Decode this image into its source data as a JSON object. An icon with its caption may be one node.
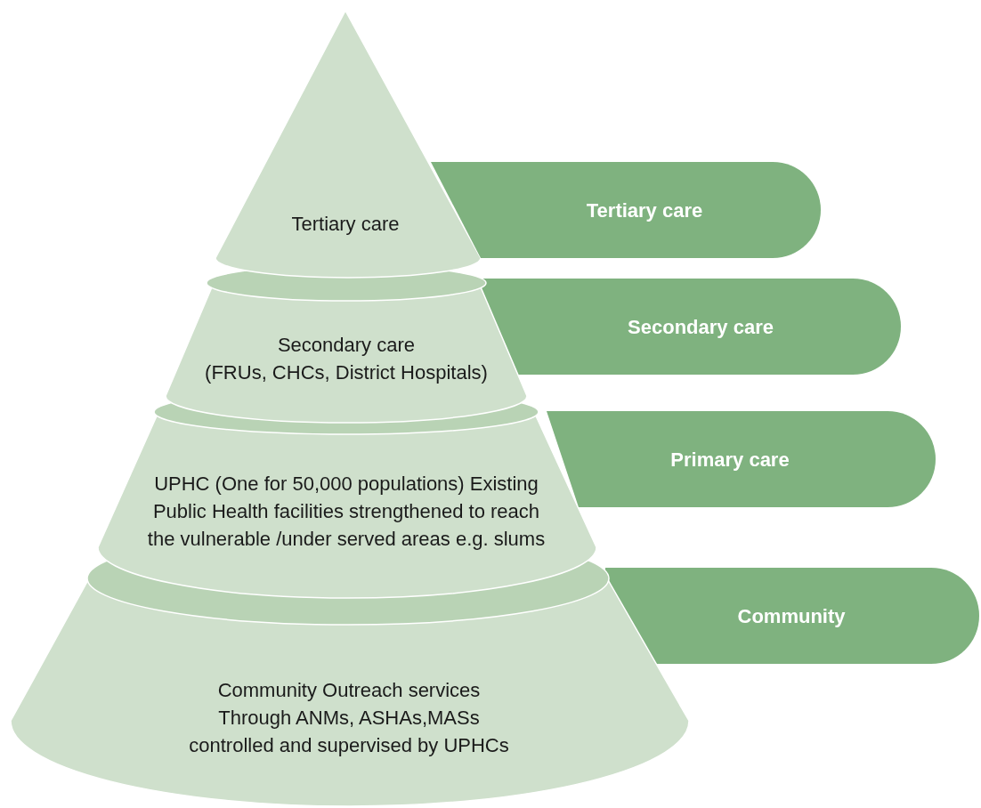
{
  "diagram": {
    "nodes": [
      {
        "text": [
          "Tertiary care"
        ]
      },
      {
        "text": [
          "Secondary care",
          "(FRUs, CHCs, District Hospitals)"
        ]
      },
      {
        "text": [
          "UPHC (One for 50,000 populations) Existing Public Health facilities strengthened to reach the vulnerable /under served areas e.g. slums"
        ]
      },
      {
        "text": [
          "Community Outreach services Through ANMs, ASHAs,MASs controlled and supervised by UPHCs"
        ]
      },
      {
        "text": [
          "Tertiary care"
        ]
      },
      {
        "text": [
          "Secondary care"
        ]
      },
      {
        "text": [
          "Primary care"
        ]
      },
      {
        "text": [
          "Community"
        ]
      }
    ]
  }
}
